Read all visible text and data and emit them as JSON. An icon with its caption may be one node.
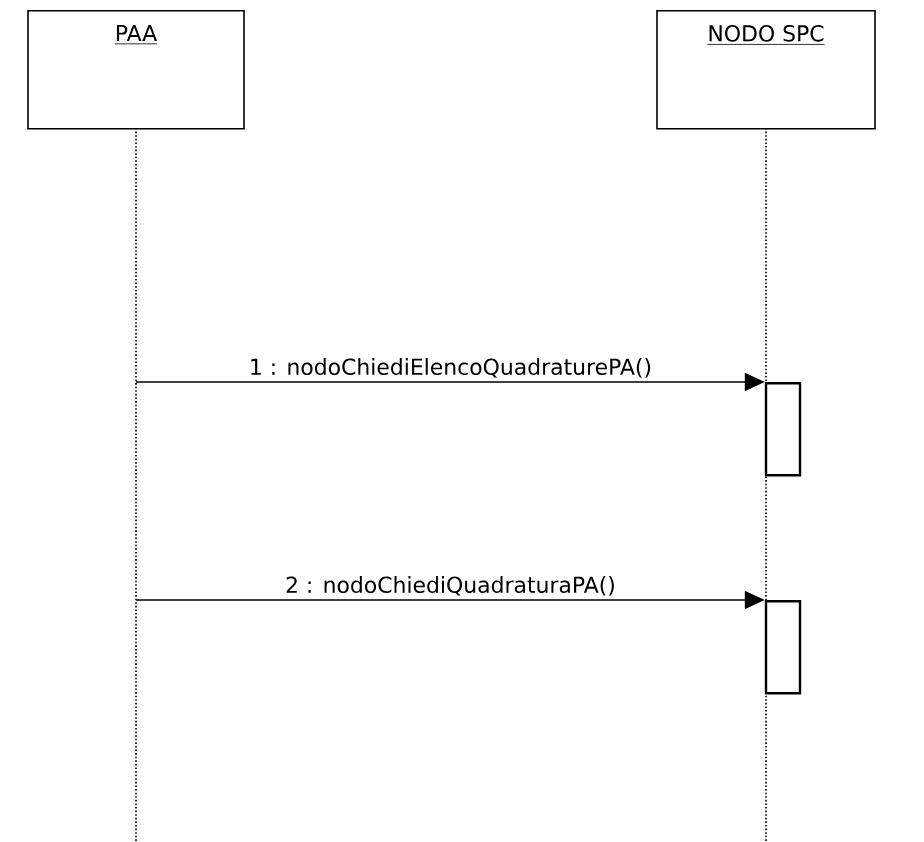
{
  "diagram": {
    "nodes": [
      {
        "text": [
          "PAA"
        ]
      },
      {
        "text": [
          "NODO SPC"
        ]
      },
      {
        "text": [],
        "shape": "box"
      },
      {
        "text": [],
        "shape": "box"
      }
    ],
    "edges": [
      {
        "from": null,
        "to": 2,
        "arrow": "to",
        "label": "1 : nodoChiediElencoQuadraturePA()"
      },
      {
        "from": null,
        "to": 3,
        "arrow": "to",
        "label": "2 : nodoChiediQuadraturaPA()"
      }
    ]
  }
}
